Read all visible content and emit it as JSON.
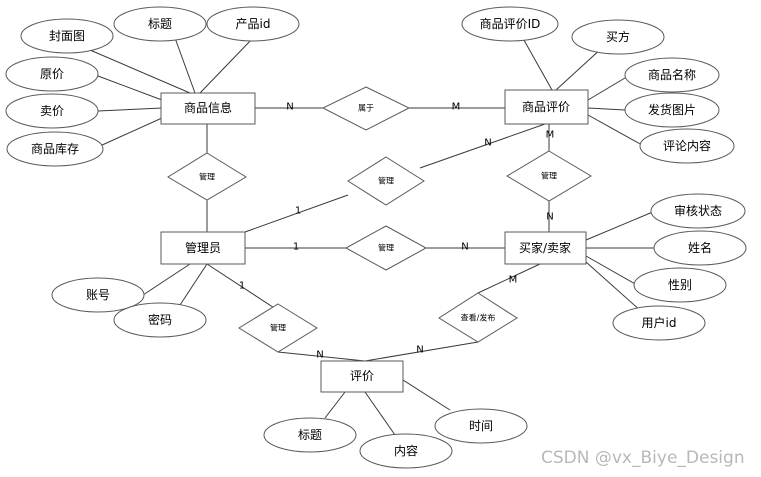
{
  "entities": {
    "product": "商品信息",
    "review": "商品评价",
    "admin": "管理员",
    "user": "买家/卖家",
    "comment": "评价"
  },
  "attributes": {
    "product": [
      "封面图",
      "标题",
      "产品id",
      "原价",
      "卖价",
      "商品库存"
    ],
    "review": [
      "商品评价ID",
      "买方",
      "商品名称",
      "发货图片",
      "评论内容"
    ],
    "admin": [
      "账号",
      "密码"
    ],
    "user": [
      "审核状态",
      "姓名",
      "性别",
      "用户id"
    ],
    "comment": [
      "标题",
      "内容",
      "时间"
    ]
  },
  "relationships": {
    "belongs": "属于",
    "manage_product": "管理",
    "manage_review": "管理",
    "manage_user": "管理",
    "user_review": "管理",
    "manage_comment": "管理",
    "view_publish": "查看/发布"
  },
  "cardinalities": {
    "product_belongs": "N",
    "belongs_review": "M",
    "admin_review": "1",
    "review_admin": "N",
    "review_user": "M",
    "user_review": "N",
    "admin_user": "1",
    "user_admin": "N",
    "admin_comment": "1",
    "comment_admin": "N",
    "comment_user": "N",
    "user_comment": "M"
  },
  "watermark": "CSDN @vx_Biye_Design"
}
